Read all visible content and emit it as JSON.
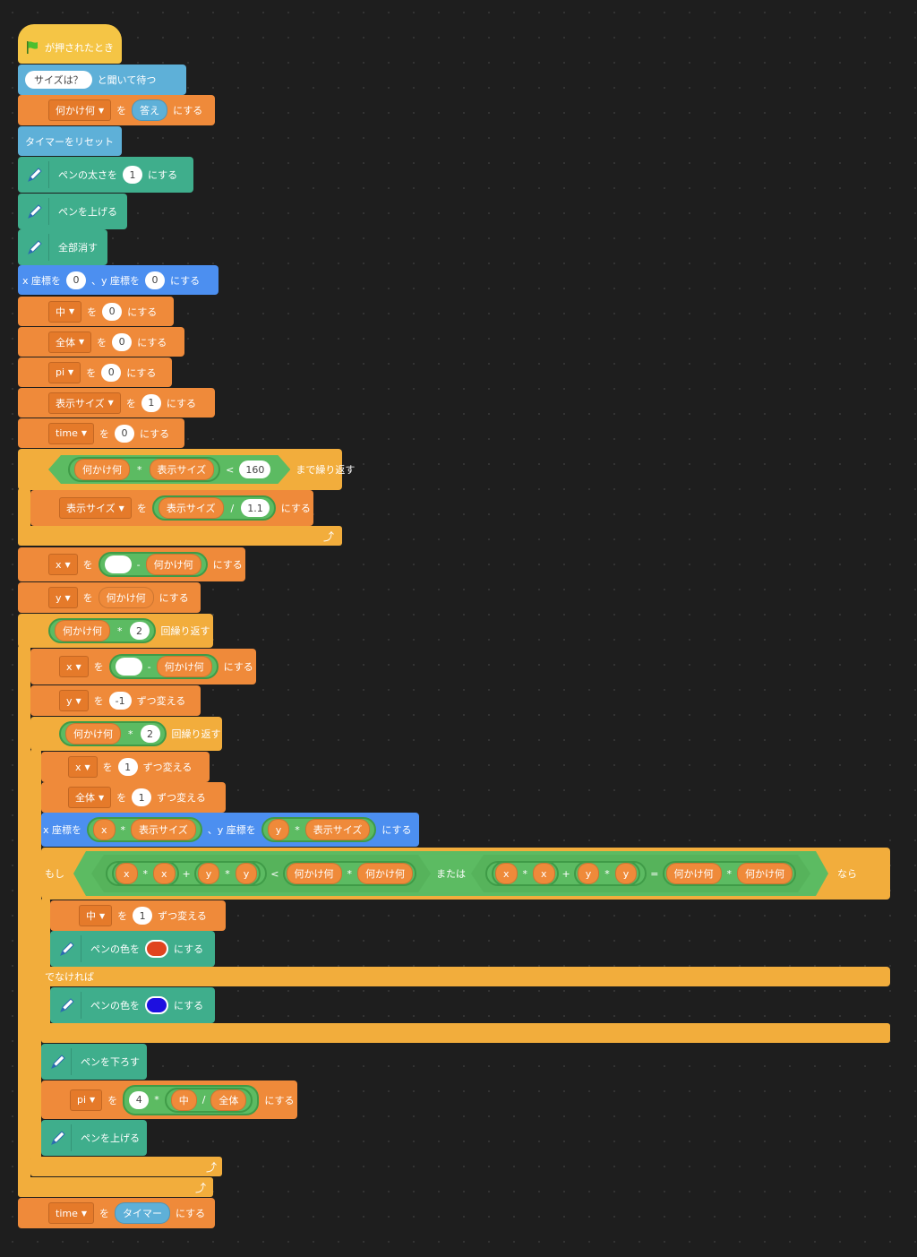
{
  "colors": {
    "event": "#f5c545",
    "sensing": "#5eb0d8",
    "variables": "#ef8a3a",
    "pen": "#3fae8c",
    "motion": "#4c8ff0",
    "control": "#f2ad3c",
    "operators": "#5cbb62",
    "pen_red": "#e0441f",
    "pen_blue": "#1d0fe0"
  },
  "icons": {
    "flag": "green-flag-icon",
    "pen": "pen-icon",
    "loop": "loop-arrow-icon"
  },
  "labels": {
    "when_flag": "が押されたとき",
    "ask_q": "サイズは？",
    "ask_wait": "と聞いて待つ",
    "set_wo": "を",
    "set_suru": "にする",
    "answer": "答え",
    "reset_timer": "タイマーをリセット",
    "pen_size": "ペンの太さを",
    "pen_size_val": "1",
    "pen_up": "ペンを上げる",
    "pen_down": "ペンを下ろす",
    "clear": "全部消す",
    "goto_x": "x 座標を",
    "goto_y": "、y 座標を",
    "zero": "0",
    "one": "1",
    "two": "2",
    "minus_one": "-1",
    "four": "4",
    "limit": "160",
    "scale": "1.1",
    "repeat_until": "まで繰り返す",
    "repeat": "回繰り返す",
    "change_by": "ずつ変える",
    "times": "*",
    "plus": "+",
    "minus": "-",
    "div": "/",
    "lt": "<",
    "eq": "=",
    "or": "または",
    "if": "もし",
    "then": "なら",
    "else": "でなければ",
    "pen_color": "ペンの色を",
    "timer": "タイマー"
  },
  "vars": {
    "nanika": "何かけ何",
    "naka": "中",
    "zentai": "全体",
    "pi": "pi",
    "hyouji": "表示サイズ",
    "time": "time",
    "x": "x",
    "y": "y"
  }
}
